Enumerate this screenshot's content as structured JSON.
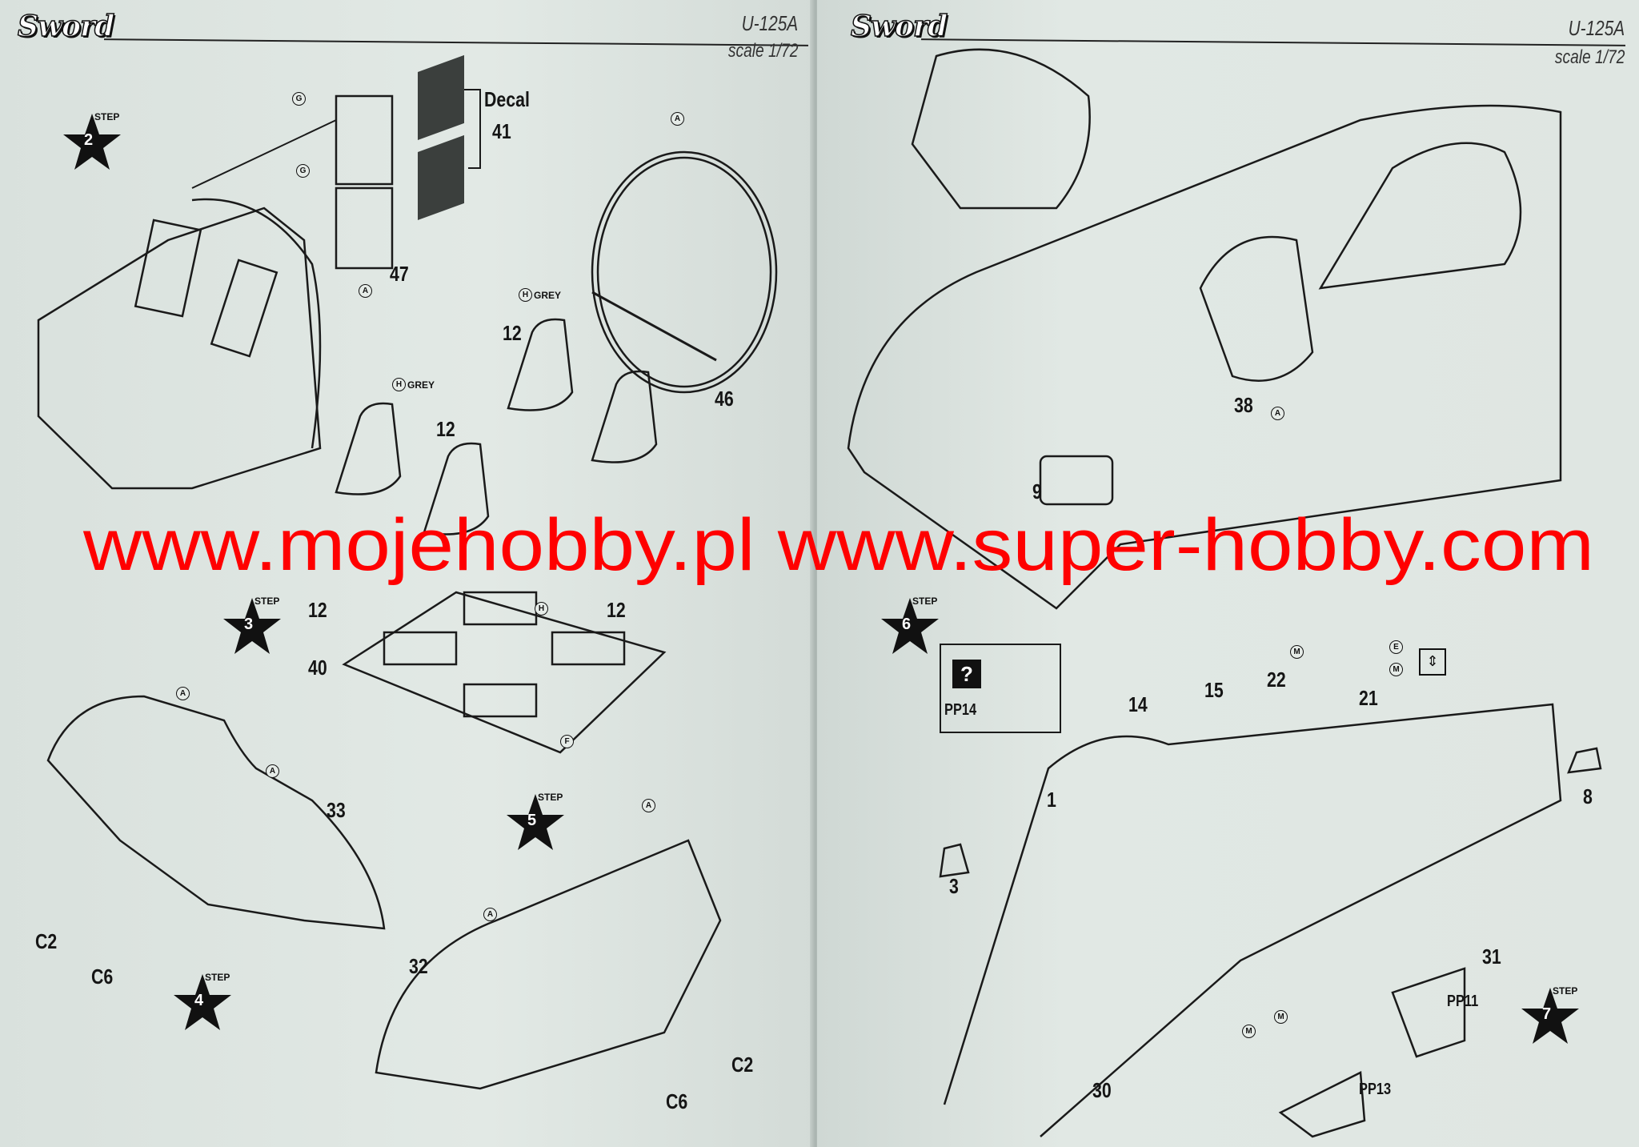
{
  "left_page": {
    "logo": "Sword",
    "model": "U-125A",
    "scale": "scale 1/72",
    "steps": [
      {
        "label": "STEP",
        "number": "2"
      },
      {
        "label": "STEP",
        "number": "3"
      },
      {
        "label": "STEP",
        "number": "4"
      },
      {
        "label": "STEP",
        "number": "5"
      }
    ],
    "decal_label": "Decal",
    "parts": [
      "41",
      "47",
      "46",
      "12",
      "12",
      "12",
      "12",
      "40",
      "33",
      "C2",
      "C6",
      "32",
      "C2",
      "C6"
    ],
    "paint_codes": [
      {
        "code": "G",
        "note": ""
      },
      {
        "code": "G",
        "note": ""
      },
      {
        "code": "A",
        "note": ""
      },
      {
        "code": "A",
        "note": ""
      },
      {
        "code": "H",
        "note": "GREY"
      },
      {
        "code": "H",
        "note": "GREY"
      },
      {
        "code": "H",
        "note": ""
      },
      {
        "code": "F",
        "note": ""
      },
      {
        "code": "A",
        "note": ""
      },
      {
        "code": "A",
        "note": ""
      },
      {
        "code": "A",
        "note": ""
      },
      {
        "code": "A",
        "note": ""
      }
    ]
  },
  "right_page": {
    "logo": "Sword",
    "model": "U-125A",
    "scale": "scale 1/72",
    "steps": [
      {
        "label": "STEP",
        "number": "6"
      },
      {
        "label": "STEP",
        "number": "7"
      }
    ],
    "optional_mark": "?",
    "parts": [
      "38",
      "9",
      "PP14",
      "14",
      "15",
      "22",
      "21",
      "1",
      "8",
      "3",
      "31",
      "PP11",
      "30",
      "PP13"
    ],
    "paint_codes": [
      {
        "code": "A",
        "note": ""
      },
      {
        "code": "E",
        "note": ""
      },
      {
        "code": "M",
        "note": ""
      },
      {
        "code": "M",
        "note": ""
      },
      {
        "code": "M",
        "note": ""
      },
      {
        "code": "M",
        "note": ""
      }
    ]
  },
  "watermark": "www.mojehobby.pl www.super-hobby.com",
  "colors": {
    "watermark": "#ff0000",
    "paper": "#dde5e1",
    "ink": "#111111"
  }
}
